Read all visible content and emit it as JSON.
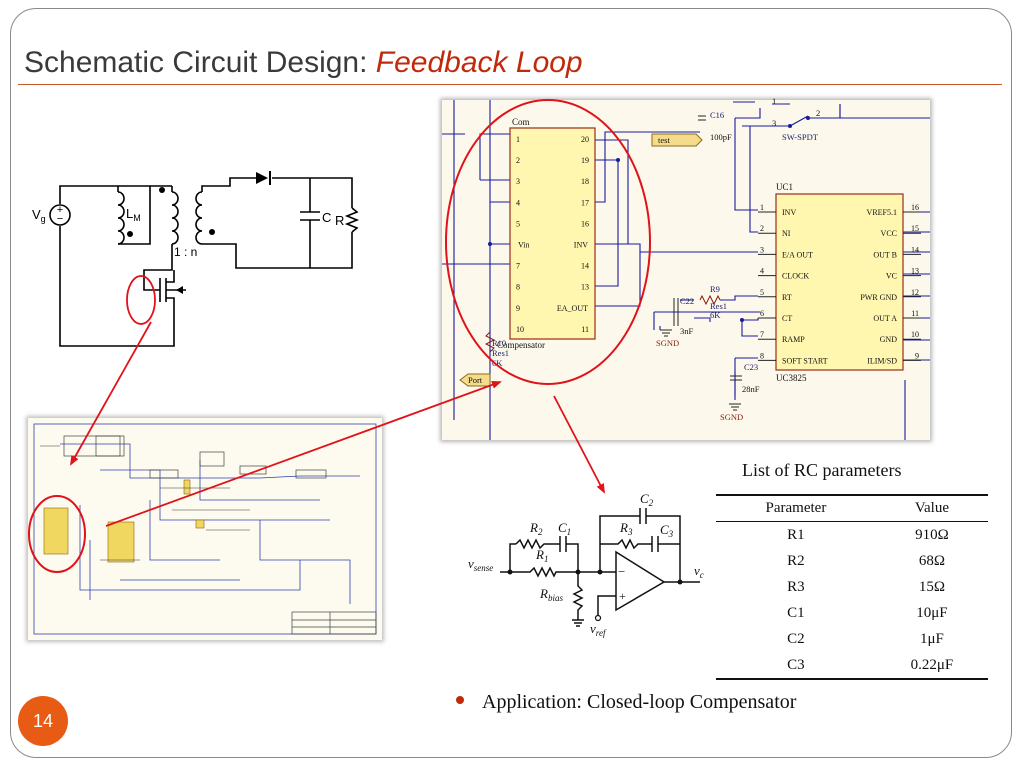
{
  "slide": {
    "title_main": "Schematic Circuit Design: ",
    "title_accent": "Feedback Loop",
    "page_number": "14"
  },
  "converter": {
    "vg_base": "V",
    "vg_sub": "g",
    "lm_base": "L",
    "lm_sub": "M",
    "turns": "1 : n",
    "cap": "C",
    "res": "R"
  },
  "compensator_ic": {
    "ref": "Com",
    "label": "Compensator",
    "left_pins": [
      {
        "num": "1",
        "name": ""
      },
      {
        "num": "2",
        "name": ""
      },
      {
        "num": "3",
        "name": ""
      },
      {
        "num": "4",
        "name": ""
      },
      {
        "num": "5",
        "name": ""
      },
      {
        "num": "",
        "name": "Vin"
      },
      {
        "num": "7",
        "name": ""
      },
      {
        "num": "8",
        "name": ""
      },
      {
        "num": "9",
        "name": ""
      },
      {
        "num": "10",
        "name": ""
      }
    ],
    "right_pins": [
      {
        "num": "20",
        "name": ""
      },
      {
        "num": "19",
        "name": ""
      },
      {
        "num": "18",
        "name": ""
      },
      {
        "num": "17",
        "name": ""
      },
      {
        "num": "16",
        "name": ""
      },
      {
        "num": "",
        "name": "INV"
      },
      {
        "num": "14",
        "name": ""
      },
      {
        "num": "13",
        "name": ""
      },
      {
        "num": "",
        "name": "EA_OUT"
      },
      {
        "num": "11",
        "name": ""
      }
    ]
  },
  "controller_ic": {
    "ref": "UC1",
    "part": "UC3825",
    "left_pins": [
      {
        "num": "1",
        "name": "INV"
      },
      {
        "num": "2",
        "name": "NI"
      },
      {
        "num": "3",
        "name": "E/A OUT"
      },
      {
        "num": "4",
        "name": "CLOCK"
      },
      {
        "num": "5",
        "name": "RT"
      },
      {
        "num": "6",
        "name": "CT"
      },
      {
        "num": "7",
        "name": "RAMP"
      },
      {
        "num": "8",
        "name": "SOFT START"
      }
    ],
    "right_pins": [
      {
        "num": "16",
        "name": "VREF5.1"
      },
      {
        "num": "15",
        "name": "VCC"
      },
      {
        "num": "14",
        "name": "OUT B"
      },
      {
        "num": "13",
        "name": "VC"
      },
      {
        "num": "12",
        "name": "PWR GND"
      },
      {
        "num": "11",
        "name": "OUT A"
      },
      {
        "num": "10",
        "name": "GND"
      },
      {
        "num": "9",
        "name": "ILIM/SD"
      }
    ]
  },
  "schematic_labels": {
    "c16": "C16",
    "c16_val": "100pF",
    "test_port": "test",
    "switch": "SW-SPDT",
    "sw1": "1",
    "sw2": "2",
    "sw3": "3",
    "r9": "R9",
    "r9_type": "Res1",
    "r9_val": "6K",
    "c22": "C22",
    "c22_val": "3nF",
    "c23": "C23",
    "c23_val": "28nF",
    "sgnd": "SGND",
    "r10": "R10",
    "r10_type": "Res1",
    "r10_val": "6K",
    "port": "Port"
  },
  "opamp_circuit": {
    "vsense_base": "v",
    "vsense_sub": "sense",
    "vc_base": "v",
    "vc_sub": "c",
    "vref_base": "v",
    "vref_sub": "ref",
    "rbias_base": "R",
    "rbias_sub": "bias",
    "r1_base": "R",
    "r1_sub": "1",
    "r2_base": "R",
    "r2_sub": "2",
    "r3_base": "R",
    "r3_sub": "3",
    "c1_base": "C",
    "c1_sub": "1",
    "c2_base": "C",
    "c2_sub": "2",
    "c3_base": "C",
    "c3_sub": "3",
    "minus": "−",
    "plus": "+"
  },
  "rc_table": {
    "caption": "List of RC parameters",
    "headers": [
      "Parameter",
      "Value"
    ],
    "rows": [
      {
        "param": "R1",
        "value": "910Ω"
      },
      {
        "param": "R2",
        "value": "68Ω"
      },
      {
        "param": "R3",
        "value": "15Ω"
      },
      {
        "param": "C1",
        "value": "10μF"
      },
      {
        "param": "C2",
        "value": "1μF"
      },
      {
        "param": "C3",
        "value": "0.22μF"
      }
    ]
  },
  "bullet": {
    "text": "Application: Closed-loop Compensator"
  },
  "colors": {
    "accent": "#c0290b",
    "rule": "#c55a28",
    "page_badge": "#e85b14",
    "highlight": "#e0121a",
    "wire": "#1a1aa0",
    "ic_fill": "#fff7b0",
    "ic_stroke": "#9a2a1a"
  }
}
